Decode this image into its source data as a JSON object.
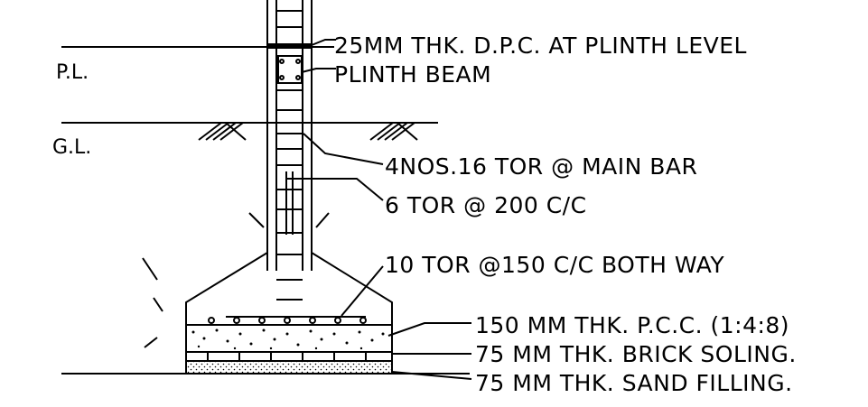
{
  "levels": {
    "plinth": "P.L.",
    "ground": "G.L."
  },
  "labels": {
    "dpc": "25MM THK. D.P.C. AT PLINTH LEVEL",
    "plinth_beam": "PLINTH BEAM",
    "main_bar": "4NOS.16 TOR @   MAIN BAR",
    "stirrup": "6 TOR @ 200 C/C",
    "base_bar": "10 TOR @150 C/C BOTH WAY",
    "pcc": "150  MM  THK.  P.C.C.  (1:4:8)",
    "brick": "75    MM  THK.  BRICK  SOLING.",
    "sand": "75    MM  THK.  SAND  FILLING."
  },
  "colors": {
    "line": "#000000",
    "background": "#ffffff"
  }
}
